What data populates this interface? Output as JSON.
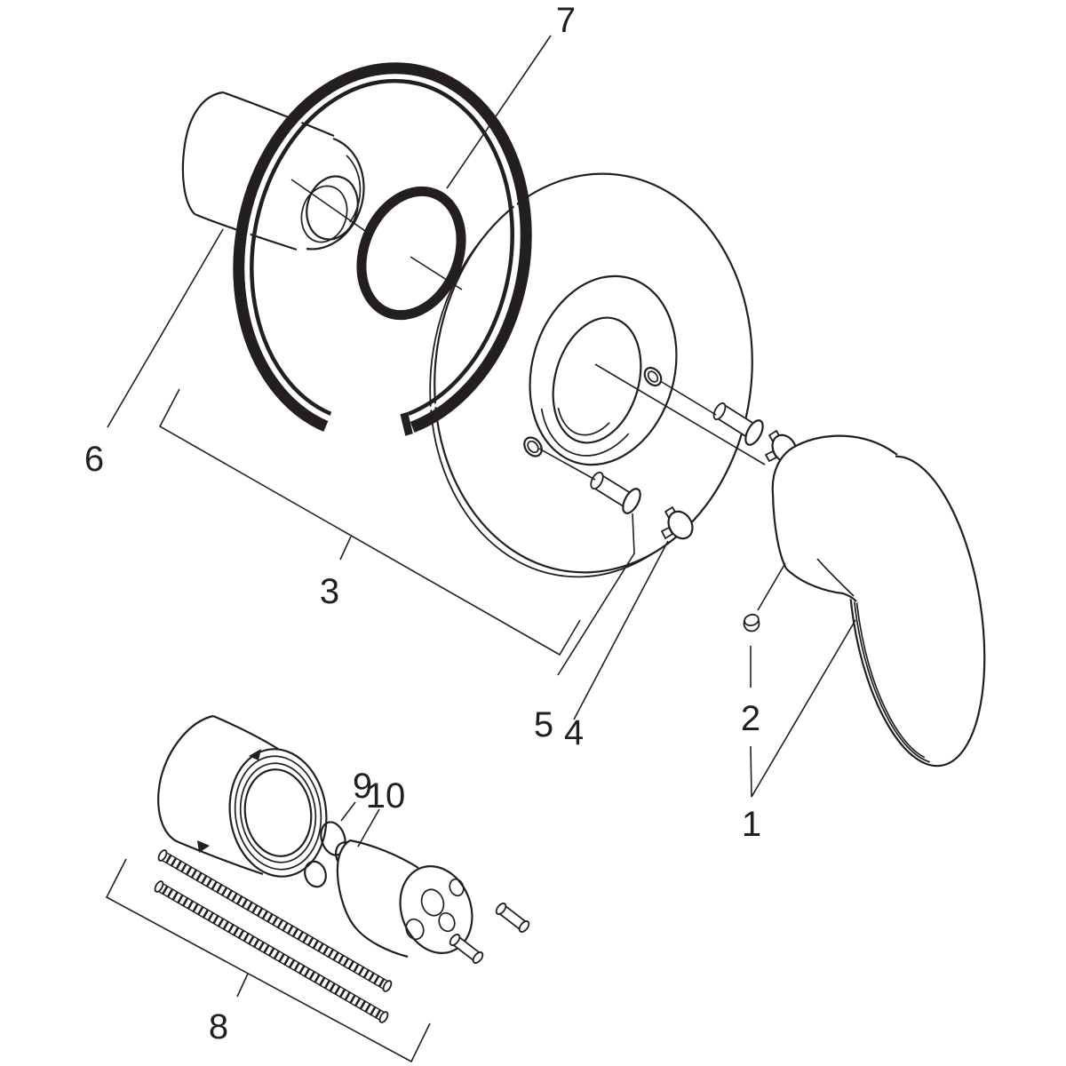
{
  "diagram": {
    "type": "exploded-parts-diagram",
    "background_color": "#ffffff",
    "line_color": "#231f20",
    "callouts": {
      "c1": {
        "text": "1",
        "target": "lever-handle"
      },
      "c2": {
        "text": "2",
        "target": "handle-plug"
      },
      "c3": {
        "text": "3",
        "target": "escutcheon-sleeve-set"
      },
      "c4": {
        "text": "4",
        "target": "cover-caps"
      },
      "c5": {
        "text": "5",
        "target": "fixing-screws"
      },
      "c6": {
        "text": "6",
        "target": "sleeve"
      },
      "c7": {
        "text": "7",
        "target": "o-ring"
      },
      "c8": {
        "text": "8",
        "target": "basic-set-extension"
      },
      "c9": {
        "text": "9",
        "target": "o-ring-small"
      },
      "c10": {
        "text": "10",
        "target": "o-ring-small"
      }
    }
  }
}
